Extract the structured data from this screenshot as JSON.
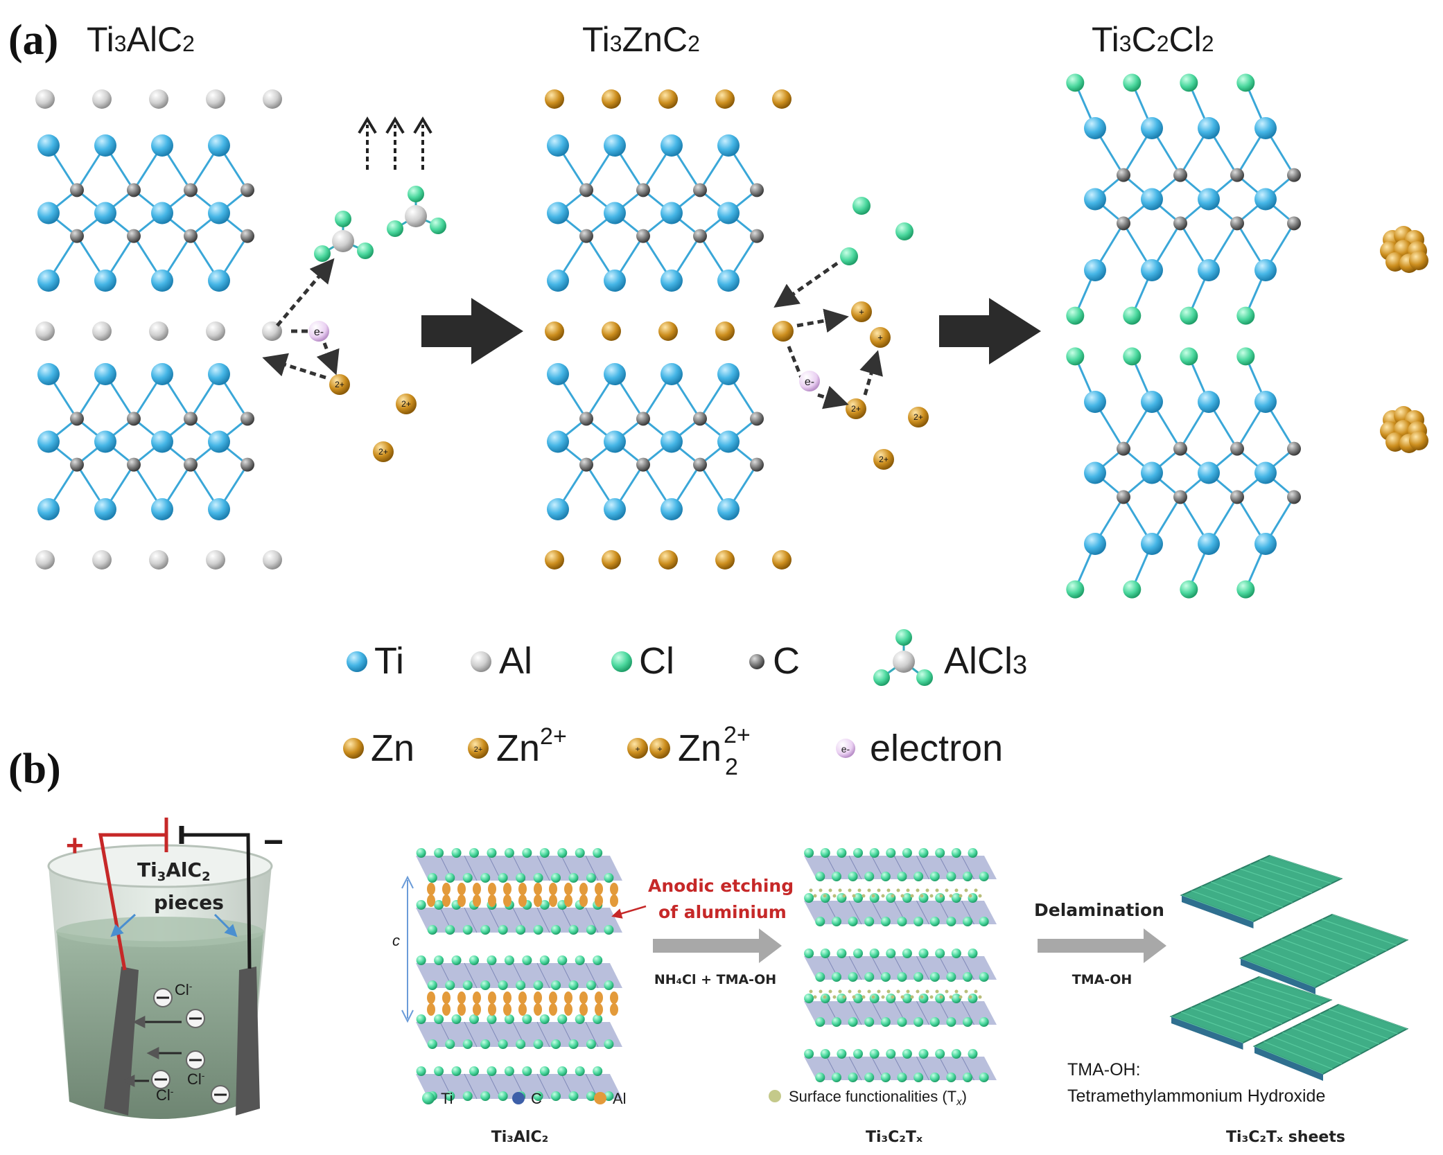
{
  "panel_a": {
    "label": "(a)",
    "titles": {
      "t1": {
        "main": "Ti",
        "s1": "3",
        "mid": "AlC",
        "s2": "2"
      },
      "t2": {
        "main": "Ti",
        "s1": "3",
        "mid": "ZnC",
        "s2": "2"
      },
      "t3": {
        "main": "Ti",
        "s1": "3",
        "mid": "C",
        "s2": "2",
        "end": "Cl",
        "s3": "2"
      }
    },
    "electron_symbol": "e-",
    "ion_charge": "2+",
    "dimer_charge": "+",
    "legend": {
      "ti": "Ti",
      "al": "Al",
      "cl": "Cl",
      "c": "C",
      "alcl3_main": "AlCl",
      "alcl3_sub": "3",
      "zn": "Zn",
      "zn2_main": "Zn",
      "zn2_sup": "2+",
      "zn22_main": "Zn",
      "zn22_sup": "2+",
      "zn22_sub": "2",
      "electron": "electron"
    }
  },
  "panel_b": {
    "label": "(b)",
    "cell": {
      "plus": "+",
      "minus": "−",
      "ti3alc2_main": "Ti",
      "ti3alc2_s1": "3",
      "ti3alc2_mid": "AlC",
      "ti3alc2_s2": "2",
      "pieces": "pieces",
      "cl_ion": "Cl",
      "cl_sup": "-"
    },
    "etching_label_1": "Anodic etching",
    "etching_label_2": "of aluminium",
    "axis_c": "c",
    "reagent_1": "NH₄Cl + TMA-OH",
    "delamination": "Delamination",
    "reagent_2": "TMA-OH",
    "legend_ti": "Ti",
    "legend_c": "C",
    "legend_al": "Al",
    "surface_func": "Surface functionalities (T",
    "surface_func_sub": "x",
    "surface_func_end": ")",
    "caption_1": "Ti₃AlC₂",
    "caption_2": "Ti₃C₂Tₓ",
    "caption_3": "Ti₃C₂Tₓ  sheets",
    "tma_def_1": "TMA-OH:",
    "tma_def_2": "Tetramethylammonium Hydroxide"
  },
  "colors": {
    "ti": "#3fb3e3",
    "al": "#c8c8c8",
    "cl": "#44d49a",
    "c": "#7a7a7a",
    "zn": "#c88a1a",
    "electron": "#e8c4f0",
    "arrow": "#2b2b2b",
    "red": "#c62828"
  }
}
